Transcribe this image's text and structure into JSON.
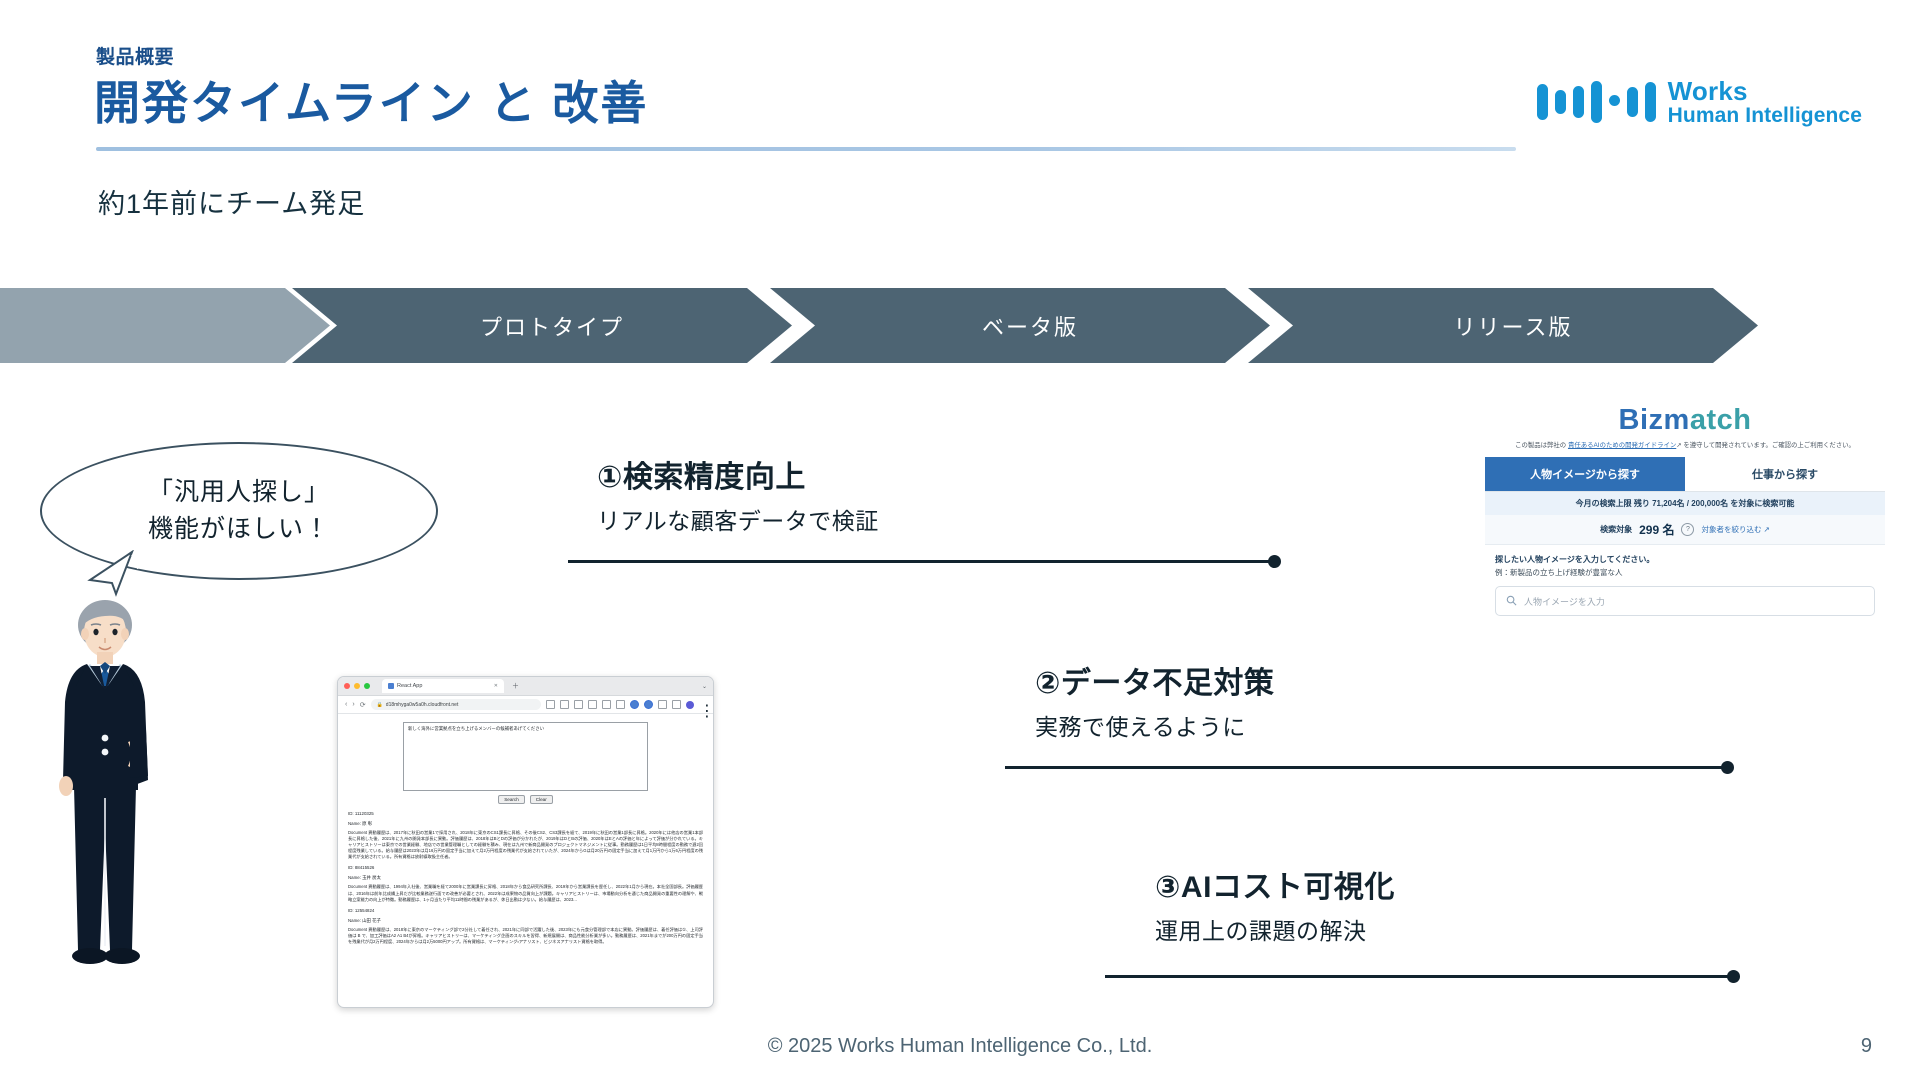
{
  "header": {
    "eyebrow": "製品概要",
    "title": "開発タイムライン と 改善",
    "subtitle": "約1年前にチーム発足"
  },
  "logo": {
    "line1": "Works",
    "line2": "Human Intelligence",
    "color": "#1593d4"
  },
  "timeline": {
    "stages": [
      {
        "label": "",
        "color": "#93a3ae"
      },
      {
        "label": "プロトタイプ",
        "color": "#4d6473"
      },
      {
        "label": "ベータ版",
        "color": "#4d6473"
      },
      {
        "label": "リリース版",
        "color": "#4d6473"
      }
    ]
  },
  "speech_bubble": {
    "line1": "「汎用人探し」",
    "line2": "機能がほしい！"
  },
  "features": [
    {
      "heading": "①検索精度向上",
      "sub": "リアルな顧客データで検証"
    },
    {
      "heading": "②データ不足対策",
      "sub": "実務で使えるように"
    },
    {
      "heading": "③AIコスト可視化",
      "sub": "運用上の課題の解決"
    }
  ],
  "app_mock": {
    "tab_title": "React App",
    "url": "d18mhyga0w5a0h.cloudfront.net",
    "textarea_value": "新しく海外に営業拠点を立ち上げるメンバーの候補者あげてください",
    "search_button": "Search",
    "clear_button": "Clear",
    "records": [
      {
        "id": "ID: 11120325",
        "name": "Name: 原 彰",
        "doc": "Document 異動履歴は、2017年に秋田の営業1で採用され、2018年に東京のCS1課長に昇格、その後CS2、CS3課長を経て、2019年に秋田の営業1部長に昇格。2020年には他店の営業1本部長に昇格した後、2021年に九州の開発本部長に異動。評価履歴は、2018年はBとDの評価が分かれたが、2019年はDとBの評価、2020年はEとAの評価と年によって評価が分かれている。キャリアヒストリーは東京での営業経験、地店での営業管理職としての経験を積み、現在は九州で新商品開発のプロジェクトマネジメントに従事。勤務履歴は1日平均8時間程度の勤務で週2回程度残業している。給与履歴は2023年は月16万円の固定手当に加えて月2万円程度の残業代が支給されていたが、2024年からGは月20万円の固定手当に加えて月1万円から1万6万円程度の残業代が支給されている。所有資格は放射線取扱主任者。"
      },
      {
        "id": "ID: 88415526",
        "name": "Name: 玉井 房太",
        "doc": "Document 異動履歴は、1994年入社後、営業職を経て2000年に営業課長に昇格、2018年から食品研究所課長、2019年から営業課長を歴任し、2022年1月から現在。本社全国部長。評価履歴は、2016年は前年比成績上昇だが比較業務遂行面での改善が必要とされ、2022年は成果物の品質向上が課題。キャリアヒストリーは、市場動向分析を通じた商品開発の重要性の理解や、戦略立案能力の向上が特徴。勤務履歴は、1ヶ月当たり平均11時間の残業があるが、休日出勤は少ない。給与履歴は、2023..."
      },
      {
        "id": "ID: 12554824",
        "name": "Name: 山田 花子",
        "doc": "Document 異動履歴は、2018年に東京のマーケティング部で2分社して着任され、2021年に同部で活躍した後、2023年にも元食分管理部で本店に異動。評価履歴は、着任評価は①、上司評価は B で、加工評価はA2 A1 B4が昇格。キャリアヒストリーは、マーケティング企画のスキルを習得、新規展開は、商品性能分析業が多い。勤務履歴は、2021年までが200万円の固定手当を残業代が月2万円程度、2024年からは月2万5000円アップ。所有資格は、マーケティング・アナリスト、ビジネスアナリスト資格を取得。"
      }
    ]
  },
  "bizmatch": {
    "logo_part1": "Bizm",
    "logo_part2": "atch",
    "notice_pre": "この製品は弊社の ",
    "notice_link": "責任あるAIのための開発ガイドライン",
    "notice_post": " を遵守して開発されています。ご確認の上ご利用ください。",
    "tab_active": "人物イメージから探す",
    "tab_idle": "仕事から探す",
    "quota": "今月の検索上限 残り 71,204名 / 200,000名 を対象に検索可能",
    "count_label": "検索対象",
    "count_value": "299 名",
    "help_icon": "?",
    "refine_link": "対象者を絞り込む",
    "prompt_line1": "探したい人物イメージを入力してください。",
    "prompt_line2": "例：新製品の立ち上げ経験が豊富な人",
    "input_placeholder": "人物イメージを入力"
  },
  "footer": {
    "copyright": "© 2025 Works Human Intelligence Co., Ltd.",
    "page_number": "9"
  }
}
